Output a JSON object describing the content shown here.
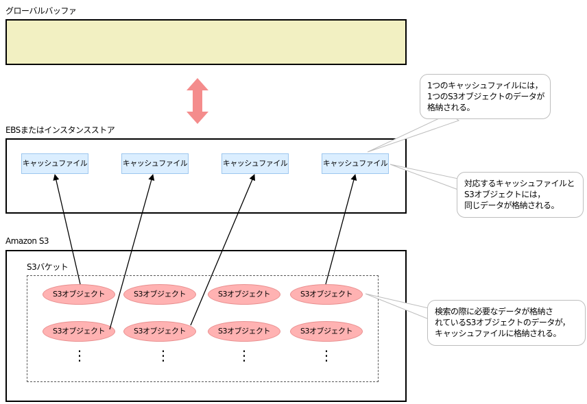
{
  "global_buffer": {
    "label": "グローバルバッファ"
  },
  "ebs": {
    "label": "EBSまたはインスタンスストア",
    "cache_files": [
      "キャッシュファイル",
      "キャッシュファイル",
      "キャッシュファイル",
      "キャッシュファイル"
    ]
  },
  "s3": {
    "label": "Amazon S3",
    "bucket_label": "S3バケット",
    "objects_row1": [
      "S3オブジェクト",
      "S3オブジェクト",
      "S3オブジェクト",
      "S3オブジェクト"
    ],
    "objects_row2": [
      "S3オブジェクト",
      "S3オブジェクト",
      "S3オブジェクト",
      "S3オブジェクト"
    ],
    "ellipsis": "⋮"
  },
  "callouts": {
    "top": [
      "1つのキャッシュファイルには，",
      "1つのS3オブジェクトのデータが",
      "格納される。"
    ],
    "middle": [
      "対応するキャッシュファイルと",
      "S3オブジェクトには，",
      "同じデータが格納される。"
    ],
    "bottom": [
      "検索の際に必要なデータが格納さ",
      "れているS3オブジェクトのデータが，",
      "キャッシュファイルに格納される。"
    ]
  },
  "colors": {
    "buffer_fill": "#f2f0c2",
    "cache_fill": "#dbeeff",
    "s3_object_fill": "#ffb2b2",
    "double_arrow": "#f48c8c"
  }
}
